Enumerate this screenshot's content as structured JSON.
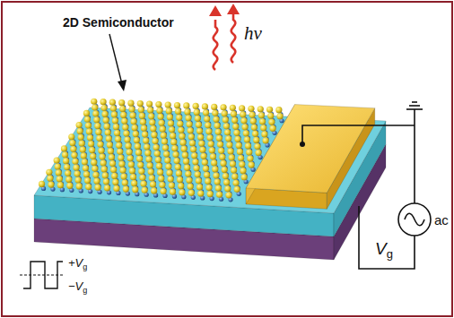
{
  "diagram": {
    "labels": [
      "2D Semiconductor",
      "hν",
      "V",
      "g",
      "ac",
      "+V",
      "g",
      "−V",
      "g"
    ]
  }
}
